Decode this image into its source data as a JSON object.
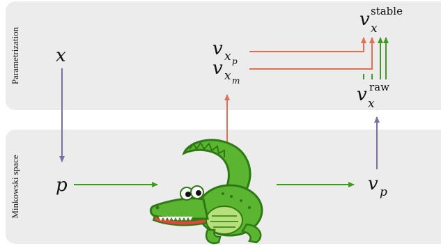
{
  "panels": {
    "top_label": "Parametrization",
    "bottom_label": "Minkowski space"
  },
  "symbols": {
    "x": "x",
    "p": "p",
    "v_xp_base": "v",
    "v_xp_sub": "x",
    "v_xp_subsub": "p",
    "v_xm_base": "v",
    "v_xm_sub": "x",
    "v_xm_subsub": "m",
    "v_stable_base": "v",
    "v_stable_sub": "x",
    "v_stable_sup": "stable",
    "v_raw_base": "v",
    "v_raw_sub": "x",
    "v_raw_sup": "raw",
    "v_p_base": "v",
    "v_p_sub": "p"
  },
  "colors": {
    "panel_bg": "#ececec",
    "green": "#3f9a1e",
    "orange": "#e06f55",
    "purple": "#7b6fa0",
    "croc_body": "#5cb531",
    "croc_dark": "#2d7a14"
  },
  "icons": {
    "network": "crocodile-icon"
  }
}
